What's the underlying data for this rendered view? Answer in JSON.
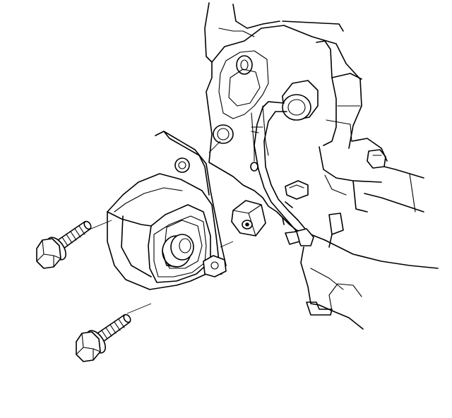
{
  "diagram": {
    "kind": "exploded-view line drawing",
    "colors": {
      "line": "#000000",
      "background": "#ffffff"
    },
    "parts": [
      "engine-block-housing",
      "mounting-boss",
      "hose-assembly",
      "mount-bracket-spacer",
      "flange-bolt-upper",
      "flange-bolt-lower"
    ]
  }
}
